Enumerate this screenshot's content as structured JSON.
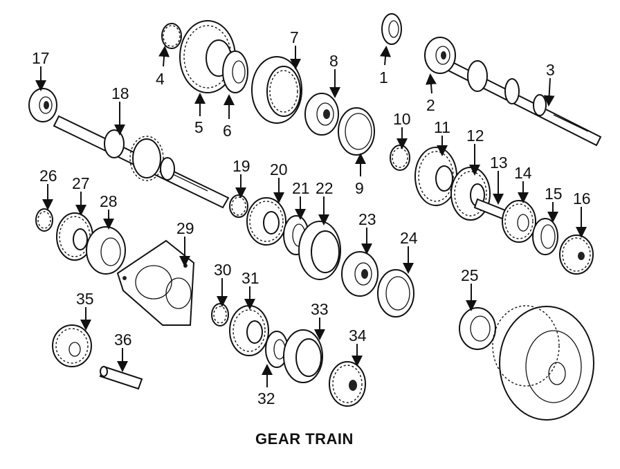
{
  "caption": "GEAR TRAIN",
  "callouts": [
    "1",
    "2",
    "3",
    "4",
    "5",
    "6",
    "7",
    "8",
    "9",
    "10",
    "11",
    "12",
    "13",
    "14",
    "15",
    "16",
    "17",
    "18",
    "19",
    "20",
    "21",
    "22",
    "23",
    "24",
    "25",
    "26",
    "27",
    "28",
    "29",
    "30",
    "31",
    "32",
    "33",
    "34",
    "35",
    "36"
  ]
}
